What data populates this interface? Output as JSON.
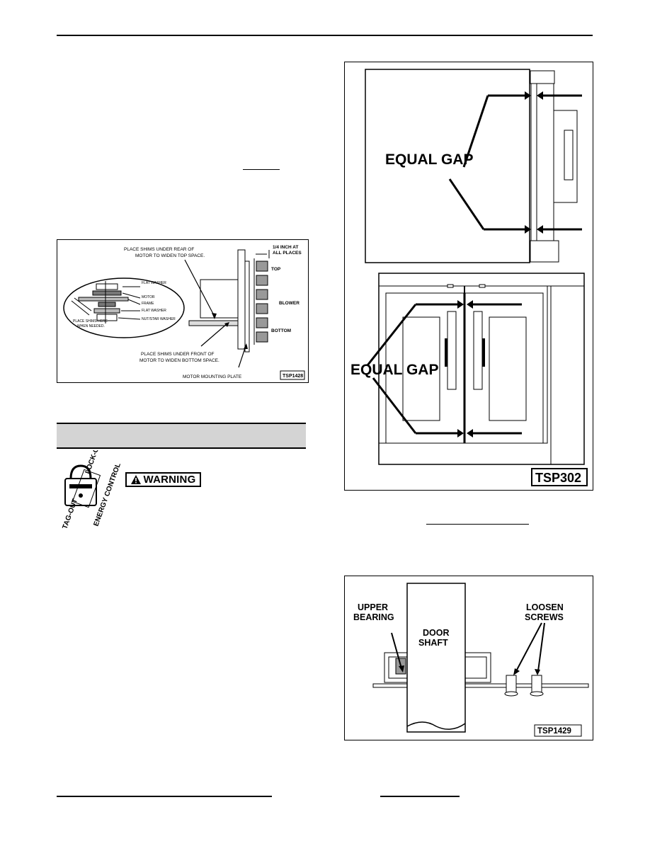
{
  "figures": {
    "motor": {
      "id_label": "TSP1428",
      "labels": {
        "shims_rear_line1": "PLACE SHIMS UNDER REAR OF",
        "shims_rear_line2": "MOTOR TO WIDEN TOP SPACE.",
        "quarter_inch_line1": "1/4   INCH AT",
        "quarter_inch_line2": "ALL PLACES",
        "top": "TOP",
        "blower": "BLOWER",
        "bottom": "BOTTOM",
        "flat_washer": "FLAT WASHER",
        "motor": "MOTOR",
        "frame": "FRAME",
        "flat_washer_2": "FLAT WASHER",
        "nut_star_washer": "NUT/STAR WASHER",
        "place_shims_here_line1": "PLACE SHIMS HERE",
        "place_shims_here_line2": "WHEN NEEDED.",
        "shims_front_line1": "PLACE SHIMS UNDER FRONT OF",
        "shims_front_line2": "MOTOR TO WIDEN BOTTOM SPACE.",
        "mounting_plate": "MOTOR MOUNTING PLATE"
      }
    },
    "door": {
      "id_label": "TSP302",
      "gap_label_top": "EQUAL  GAP",
      "gap_label_bottom": "EQUAL  GAP"
    },
    "bearing": {
      "id_label": "TSP1429",
      "upper_bearing_line1": "UPPER",
      "upper_bearing_line2": "BEARING",
      "door_shaft_line1": "DOOR",
      "door_shaft_line2": "SHAFT",
      "loosen_line1": "LOOSEN",
      "loosen_line2": "SCREWS"
    }
  },
  "warning": {
    "label": "WARNING"
  },
  "lockout_tag": {
    "lock_out": "LOCK-OUT",
    "tag_out": "TAG-OUT",
    "energy_control": "ENERGY CONTROL"
  }
}
